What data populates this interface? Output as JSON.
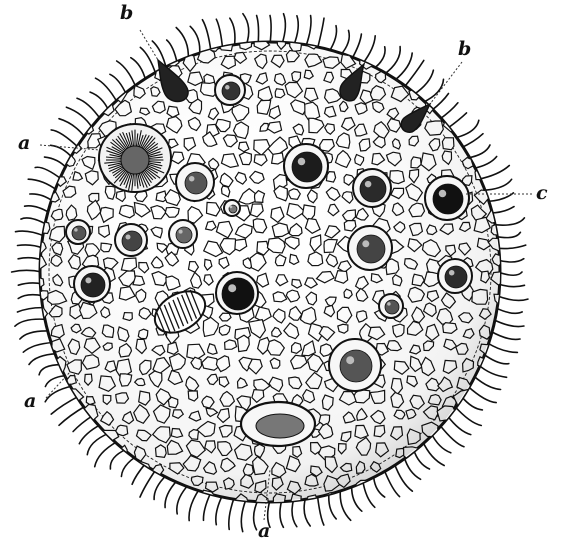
{
  "figure": {
    "labels": {
      "b_left": "b",
      "b_right": "b",
      "a_top_left": "a",
      "c_right": "c",
      "a_bottom_left": "a",
      "a_bottom": "a"
    },
    "colors": {
      "ink": "#111111",
      "background": "#ffffff",
      "vacuole_fill": "#f7f7f7"
    }
  }
}
